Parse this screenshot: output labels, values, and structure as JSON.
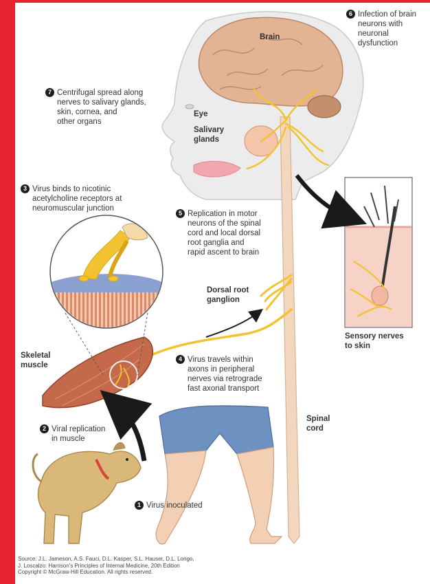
{
  "colors": {
    "frame": "#e8222f",
    "nerve": "#f2c230",
    "skin_head": "#ededed",
    "brain": "#e3b494",
    "muscle": "#c46a4a",
    "leg": "#f3cfb4",
    "shorts": "#6d92c2",
    "dog": "#d9b87a",
    "arrow": "#1a1a1a"
  },
  "labels": {
    "brain": "Brain",
    "eye": "Eye",
    "salivary": [
      "Salivary",
      "glands"
    ],
    "dorsal_root": [
      "Dorsal root",
      "ganglion"
    ],
    "skeletal_muscle": [
      "Skeletal",
      "muscle"
    ],
    "spinal_cord": [
      "Spinal",
      "cord"
    ],
    "sensory_nerves": [
      "Sensory nerves",
      "to skin"
    ]
  },
  "steps": [
    {
      "num": "1",
      "lines": [
        "Virus inoculated"
      ]
    },
    {
      "num": "2",
      "lines": [
        "Viral replication",
        "in muscle"
      ]
    },
    {
      "num": "3",
      "lines": [
        "Virus binds to nicotinic",
        "acetylcholine receptors at",
        "neuromuscular junction"
      ]
    },
    {
      "num": "4",
      "lines": [
        "Virus travels within",
        "axons in peripheral",
        "nerves via retrograde",
        "fast axonal transport"
      ]
    },
    {
      "num": "5",
      "lines": [
        "Replication in motor",
        "neurons of the spinal",
        "cord and local dorsal",
        "root ganglia and",
        "rapid ascent to brain"
      ]
    },
    {
      "num": "6",
      "lines": [
        "Infection of brain",
        "neurons with",
        "neuronal",
        "dysfunction"
      ]
    },
    {
      "num": "7",
      "lines": [
        "Centrifugal spread along",
        "nerves to salivary glands,",
        "skin, cornea, and",
        "other organs"
      ]
    }
  ],
  "source": [
    "Source: J.L. Jameson, A.S. Fauci, D.L. Kasper, S.L. Hauser, D.L. Longo,",
    "J. Loscalzo: Harrison's Principles of Internal Medicine, 20th Edition",
    "Copyright © McGraw-Hill Education. All rights reserved."
  ]
}
